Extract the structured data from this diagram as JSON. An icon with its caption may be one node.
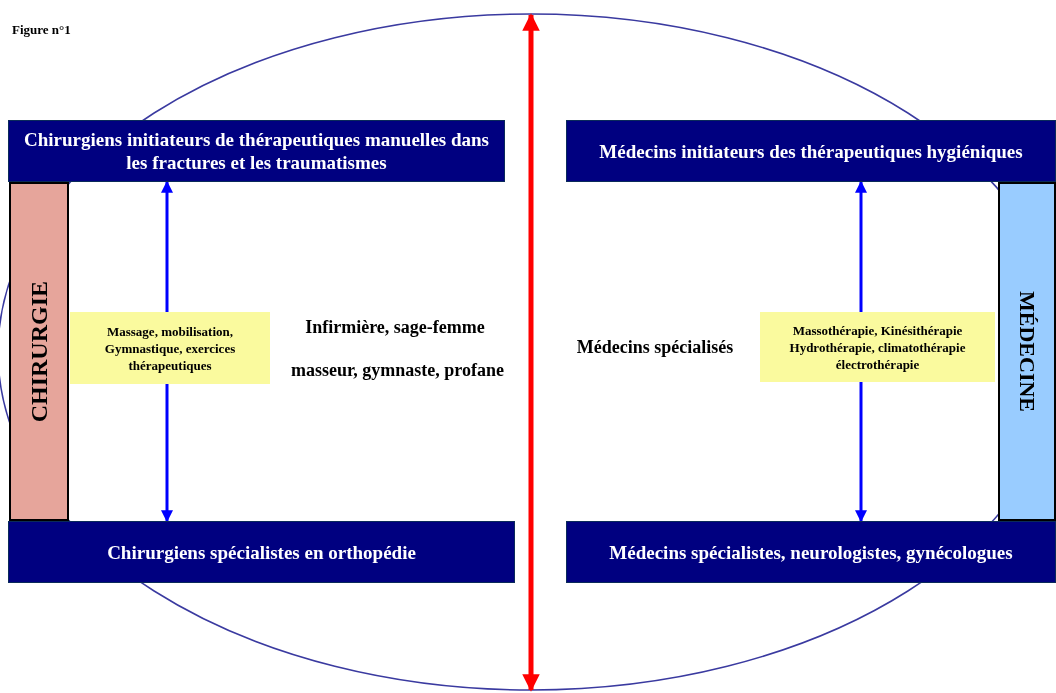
{
  "diagram": {
    "title": "Figure n°1",
    "nodes": [
      {
        "text": [
          "Chirurgiens initiateurs de thérapeutiques manuelles dans les fractures et les  traumatismes"
        ]
      },
      {
        "text": [
          "CHIRURGIE"
        ]
      },
      {
        "text": [
          "Massage, mobilisation, Gymnastique, exercices thérapeutiques"
        ]
      },
      {
        "text": [
          "Chirurgiens spécialistes en orthopédie"
        ]
      },
      {
        "text": [
          "Médecins initiateurs des thérapeutiques hygiéniques"
        ]
      },
      {
        "text": [
          "MÉDECINE"
        ]
      },
      {
        "text": [
          "Massothérapie, Kinésithérapie Hydrothérapie, climatothérapie électrothérapie"
        ]
      },
      {
        "text": [
          "Médecins spécialistes, neurologistes, gynécologues"
        ]
      }
    ],
    "edges": [
      {
        "from": 2,
        "to": 0,
        "arrow": "to"
      },
      {
        "from": 2,
        "to": 3,
        "arrow": "to"
      },
      {
        "from": 6,
        "to": 4,
        "arrow": "to"
      },
      {
        "from": 6,
        "to": 7,
        "arrow": "to"
      }
    ],
    "labels": [
      "Infirmière, sage-femme",
      "masseur, gymnaste, profane",
      "Médecins spécialisés"
    ]
  }
}
